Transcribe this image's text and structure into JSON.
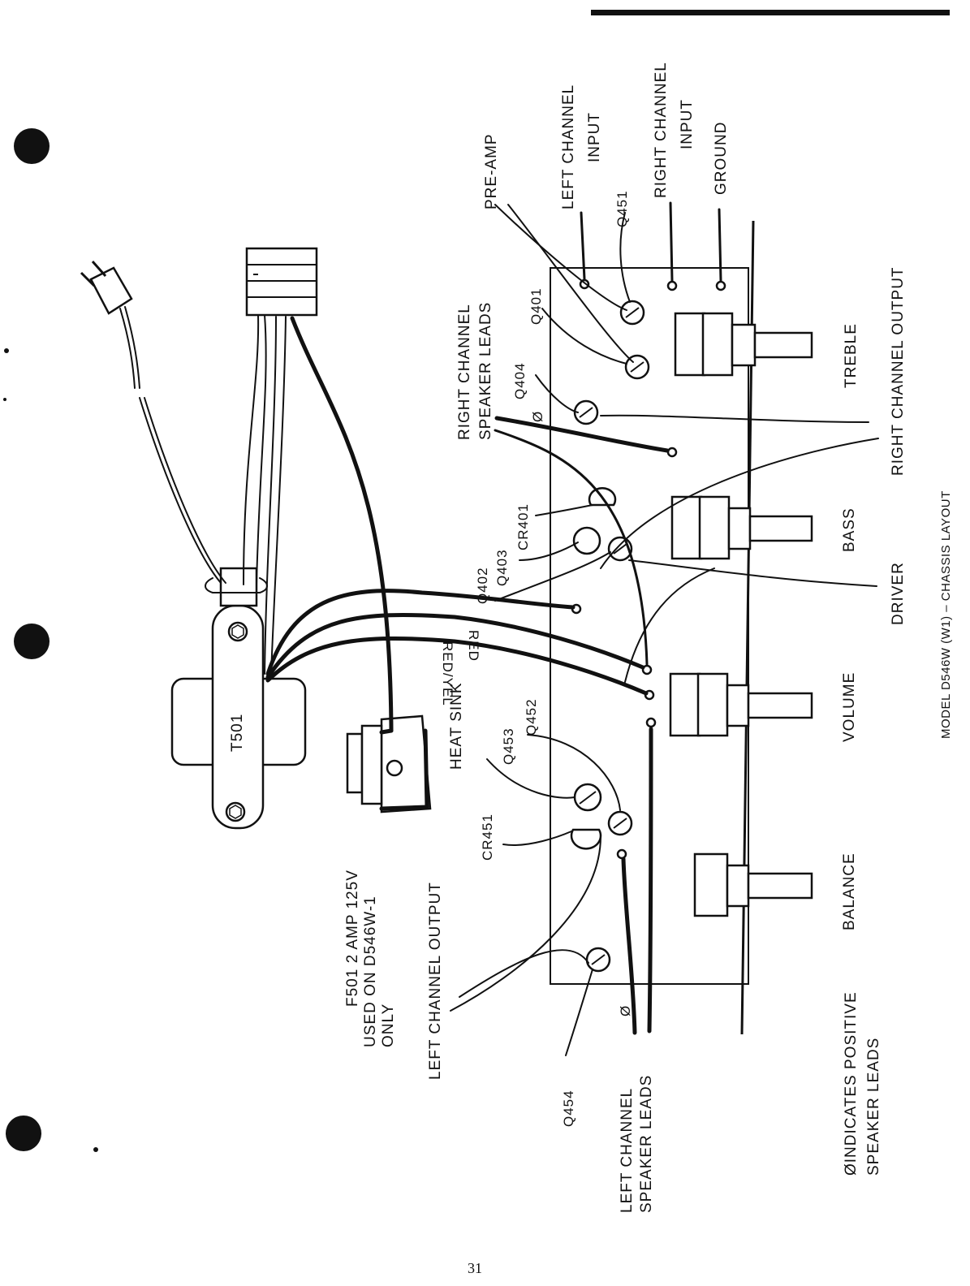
{
  "labels": {
    "pre_amp": "PRE-AMP",
    "left_channel_input_1": "LEFT CHANNEL",
    "left_channel_input_2": "INPUT",
    "right_channel_input_1": "RIGHT CHANNEL",
    "right_channel_input_2": "INPUT",
    "ground": "GROUND",
    "q451": "Q451",
    "q401": "Q401",
    "q404": "Q404",
    "right_speaker_leads_1": "RIGHT CHANNEL",
    "right_speaker_leads_2": "SPEAKER LEADS",
    "right_channel_output": "RIGHT CHANNEL OUTPUT",
    "treble": "TREBLE",
    "bass": "BASS",
    "driver": "DRIVER",
    "volume": "VOLUME",
    "balance": "BALANCE",
    "cr401": "CR401",
    "q402": "Q402",
    "q403": "Q403",
    "red": "RED",
    "red_yel": "RED/YEL",
    "heat_sink": "HEAT SINK",
    "q453": "Q453",
    "q452": "Q452",
    "cr451": "CR451",
    "t501": "T501",
    "f501_1": "F501 2 AMP 125V",
    "f501_2": "USED ON D546W-1",
    "f501_3": "ONLY",
    "left_channel_output": "LEFT CHANNEL OUTPUT",
    "q454": "Q454",
    "left_speaker_leads_1": "LEFT CHANNEL",
    "left_speaker_leads_2": "SPEAKER LEADS",
    "indicates_1": "ØINDICATES POSITIVE",
    "indicates_2": "SPEAKER LEADS",
    "positive_marker": "Ø",
    "model_caption": "MODEL D546W (W1) – CHASSIS LAYOUT"
  },
  "page_number": "31"
}
